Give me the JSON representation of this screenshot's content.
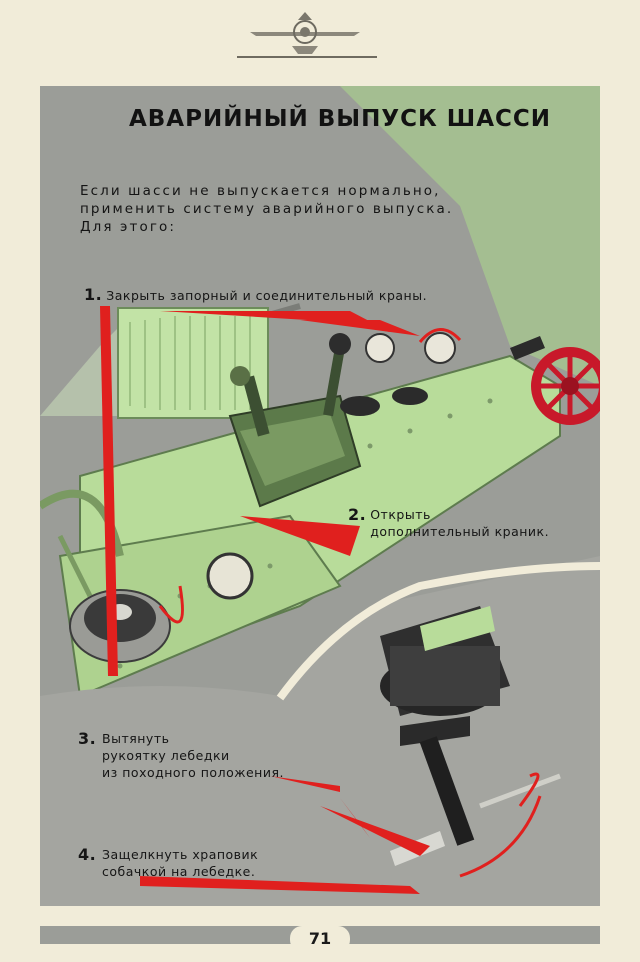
{
  "header": {
    "emblem_icon": "aircraft-emblem-icon"
  },
  "title": "АВАРИЙНЫЙ ВЫПУСК ШАССИ",
  "intro": "Если шасси не выпускается нормально,\nприменить систему аварийного выпуска.\nДля этого:",
  "steps": [
    {
      "number": "1.",
      "text": "Закрыть запорный и соединительный краны."
    },
    {
      "number": "2.",
      "text": "Открыть\nдополнительный краник."
    },
    {
      "number": "3.",
      "text": "Вытянуть\nрукоятку лебедки\nиз походного положения."
    },
    {
      "number": "4.",
      "text": "Защелкнуть храповик\nсобачкой на лебедке."
    }
  ],
  "footer": {
    "page_number": "71"
  },
  "colors": {
    "paper": "#f1ecd9",
    "panel_green": "#b8dc9a",
    "arrow_red": "#e0201e",
    "background_gray": "#9b9d98",
    "wheel_red": "#c8192a"
  }
}
